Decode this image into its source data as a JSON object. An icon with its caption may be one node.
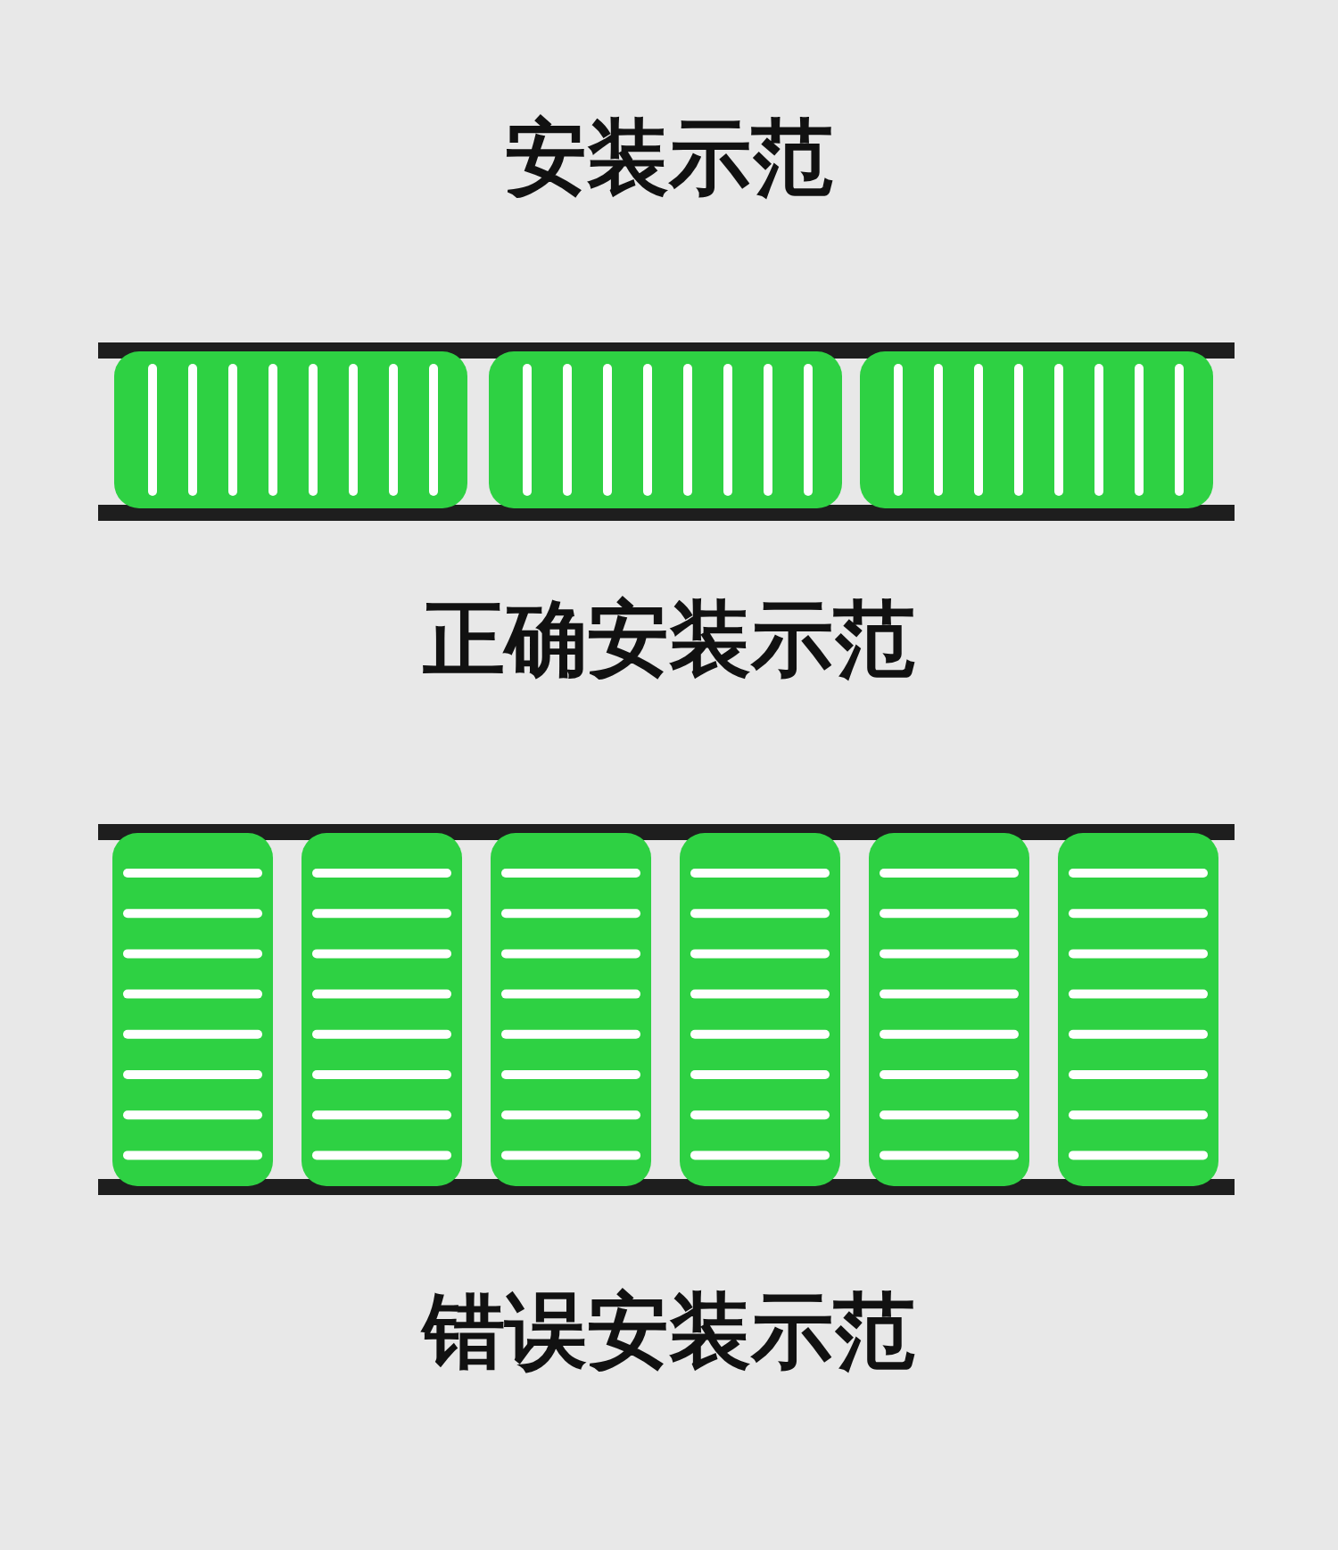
{
  "diagram": {
    "title": "安装示范",
    "labels": [
      "正确安装示范",
      "错误安装示范"
    ]
  }
}
